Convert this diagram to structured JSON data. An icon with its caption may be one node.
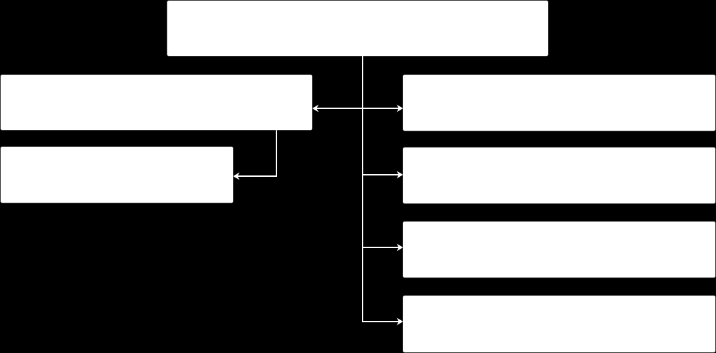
{
  "diagram": {
    "nodes": [
      {
        "text": [],
        "shape": "box"
      },
      {
        "text": [],
        "shape": "box"
      },
      {
        "text": [],
        "shape": "box"
      },
      {
        "text": [],
        "shape": "box"
      },
      {
        "text": [],
        "shape": "box"
      },
      {
        "text": [],
        "shape": "box"
      },
      {
        "text": [],
        "shape": "box"
      }
    ],
    "edges": [
      {
        "from": 0,
        "to": 1,
        "arrow": "to"
      },
      {
        "from": 0,
        "to": 3,
        "arrow": "to"
      },
      {
        "from": 0,
        "to": 4,
        "arrow": "to"
      },
      {
        "from": 0,
        "to": 5,
        "arrow": "to"
      },
      {
        "from": 0,
        "to": 6,
        "arrow": "to"
      },
      {
        "from": 1,
        "to": 2,
        "arrow": "to"
      }
    ]
  }
}
